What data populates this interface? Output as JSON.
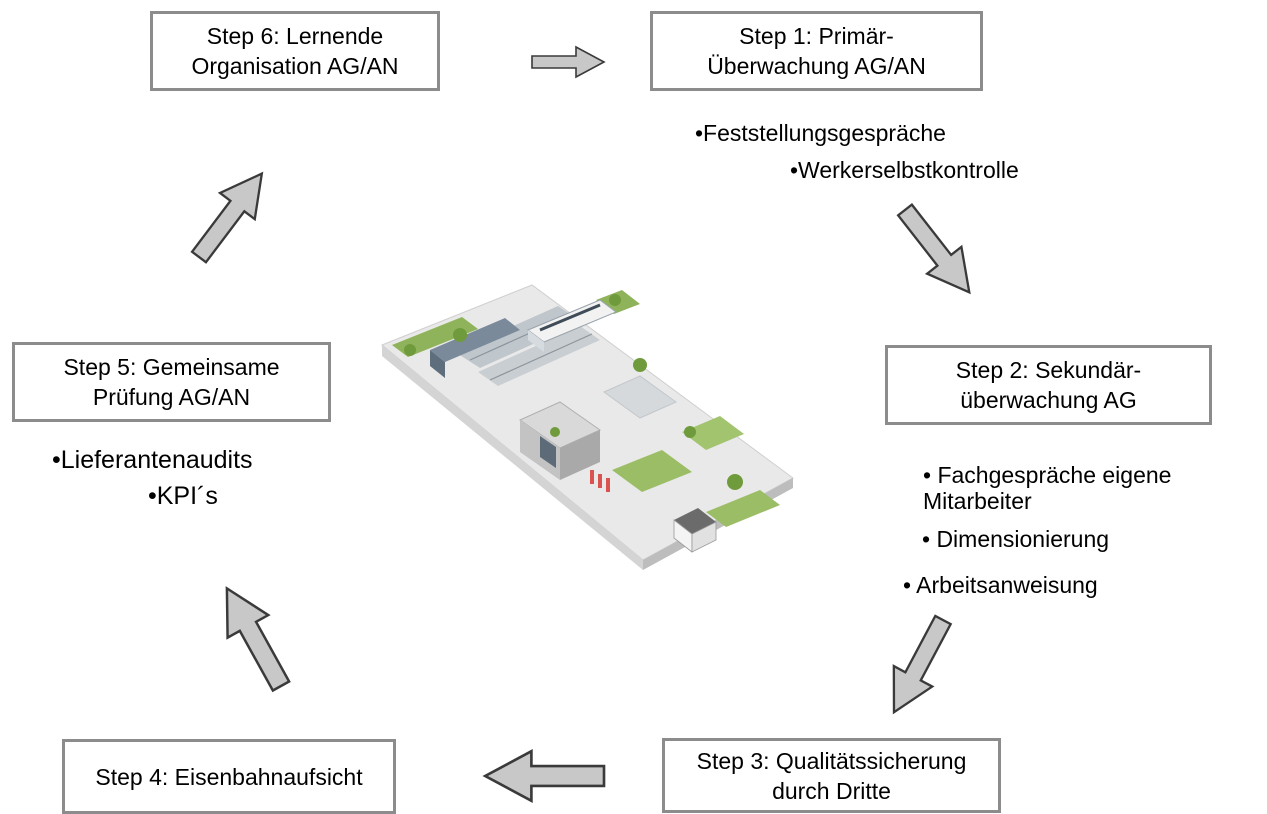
{
  "steps": [
    {
      "id": "step6",
      "lines": [
        "Step 6: Lernende",
        "Organisation AG/AN"
      ]
    },
    {
      "id": "step1",
      "lines": [
        "Step 1: Primär-",
        "Überwachung AG/AN"
      ]
    },
    {
      "id": "step2",
      "lines": [
        "Step 2: Sekundär-",
        "überwachung  AG"
      ]
    },
    {
      "id": "step3",
      "lines": [
        "Step 3: Qualitätssicherung",
        "durch Dritte"
      ]
    },
    {
      "id": "step4",
      "lines": [
        "Step 4: Eisenbahnaufsicht"
      ]
    },
    {
      "id": "step5",
      "lines": [
        "Step 5: Gemeinsame",
        "Prüfung AG/AN"
      ]
    }
  ],
  "bullets": {
    "step1": [
      "•Feststellungsgespräche",
      "•Werkerselbstkontrolle"
    ],
    "step2": [
      "• Fachgespräche eigene",
      "Mitarbeiter",
      "• Dimensionierung",
      "• Arbeitsanweisung"
    ],
    "step5": [
      "•Lieferantenaudits",
      "•KPI´s"
    ]
  },
  "colors": {
    "box_border": "#8c8c8c",
    "arrow_fill": "#c8c8c8",
    "arrow_stroke": "#3a3a3a"
  },
  "center_image": "isometric-railway-station-illustration"
}
